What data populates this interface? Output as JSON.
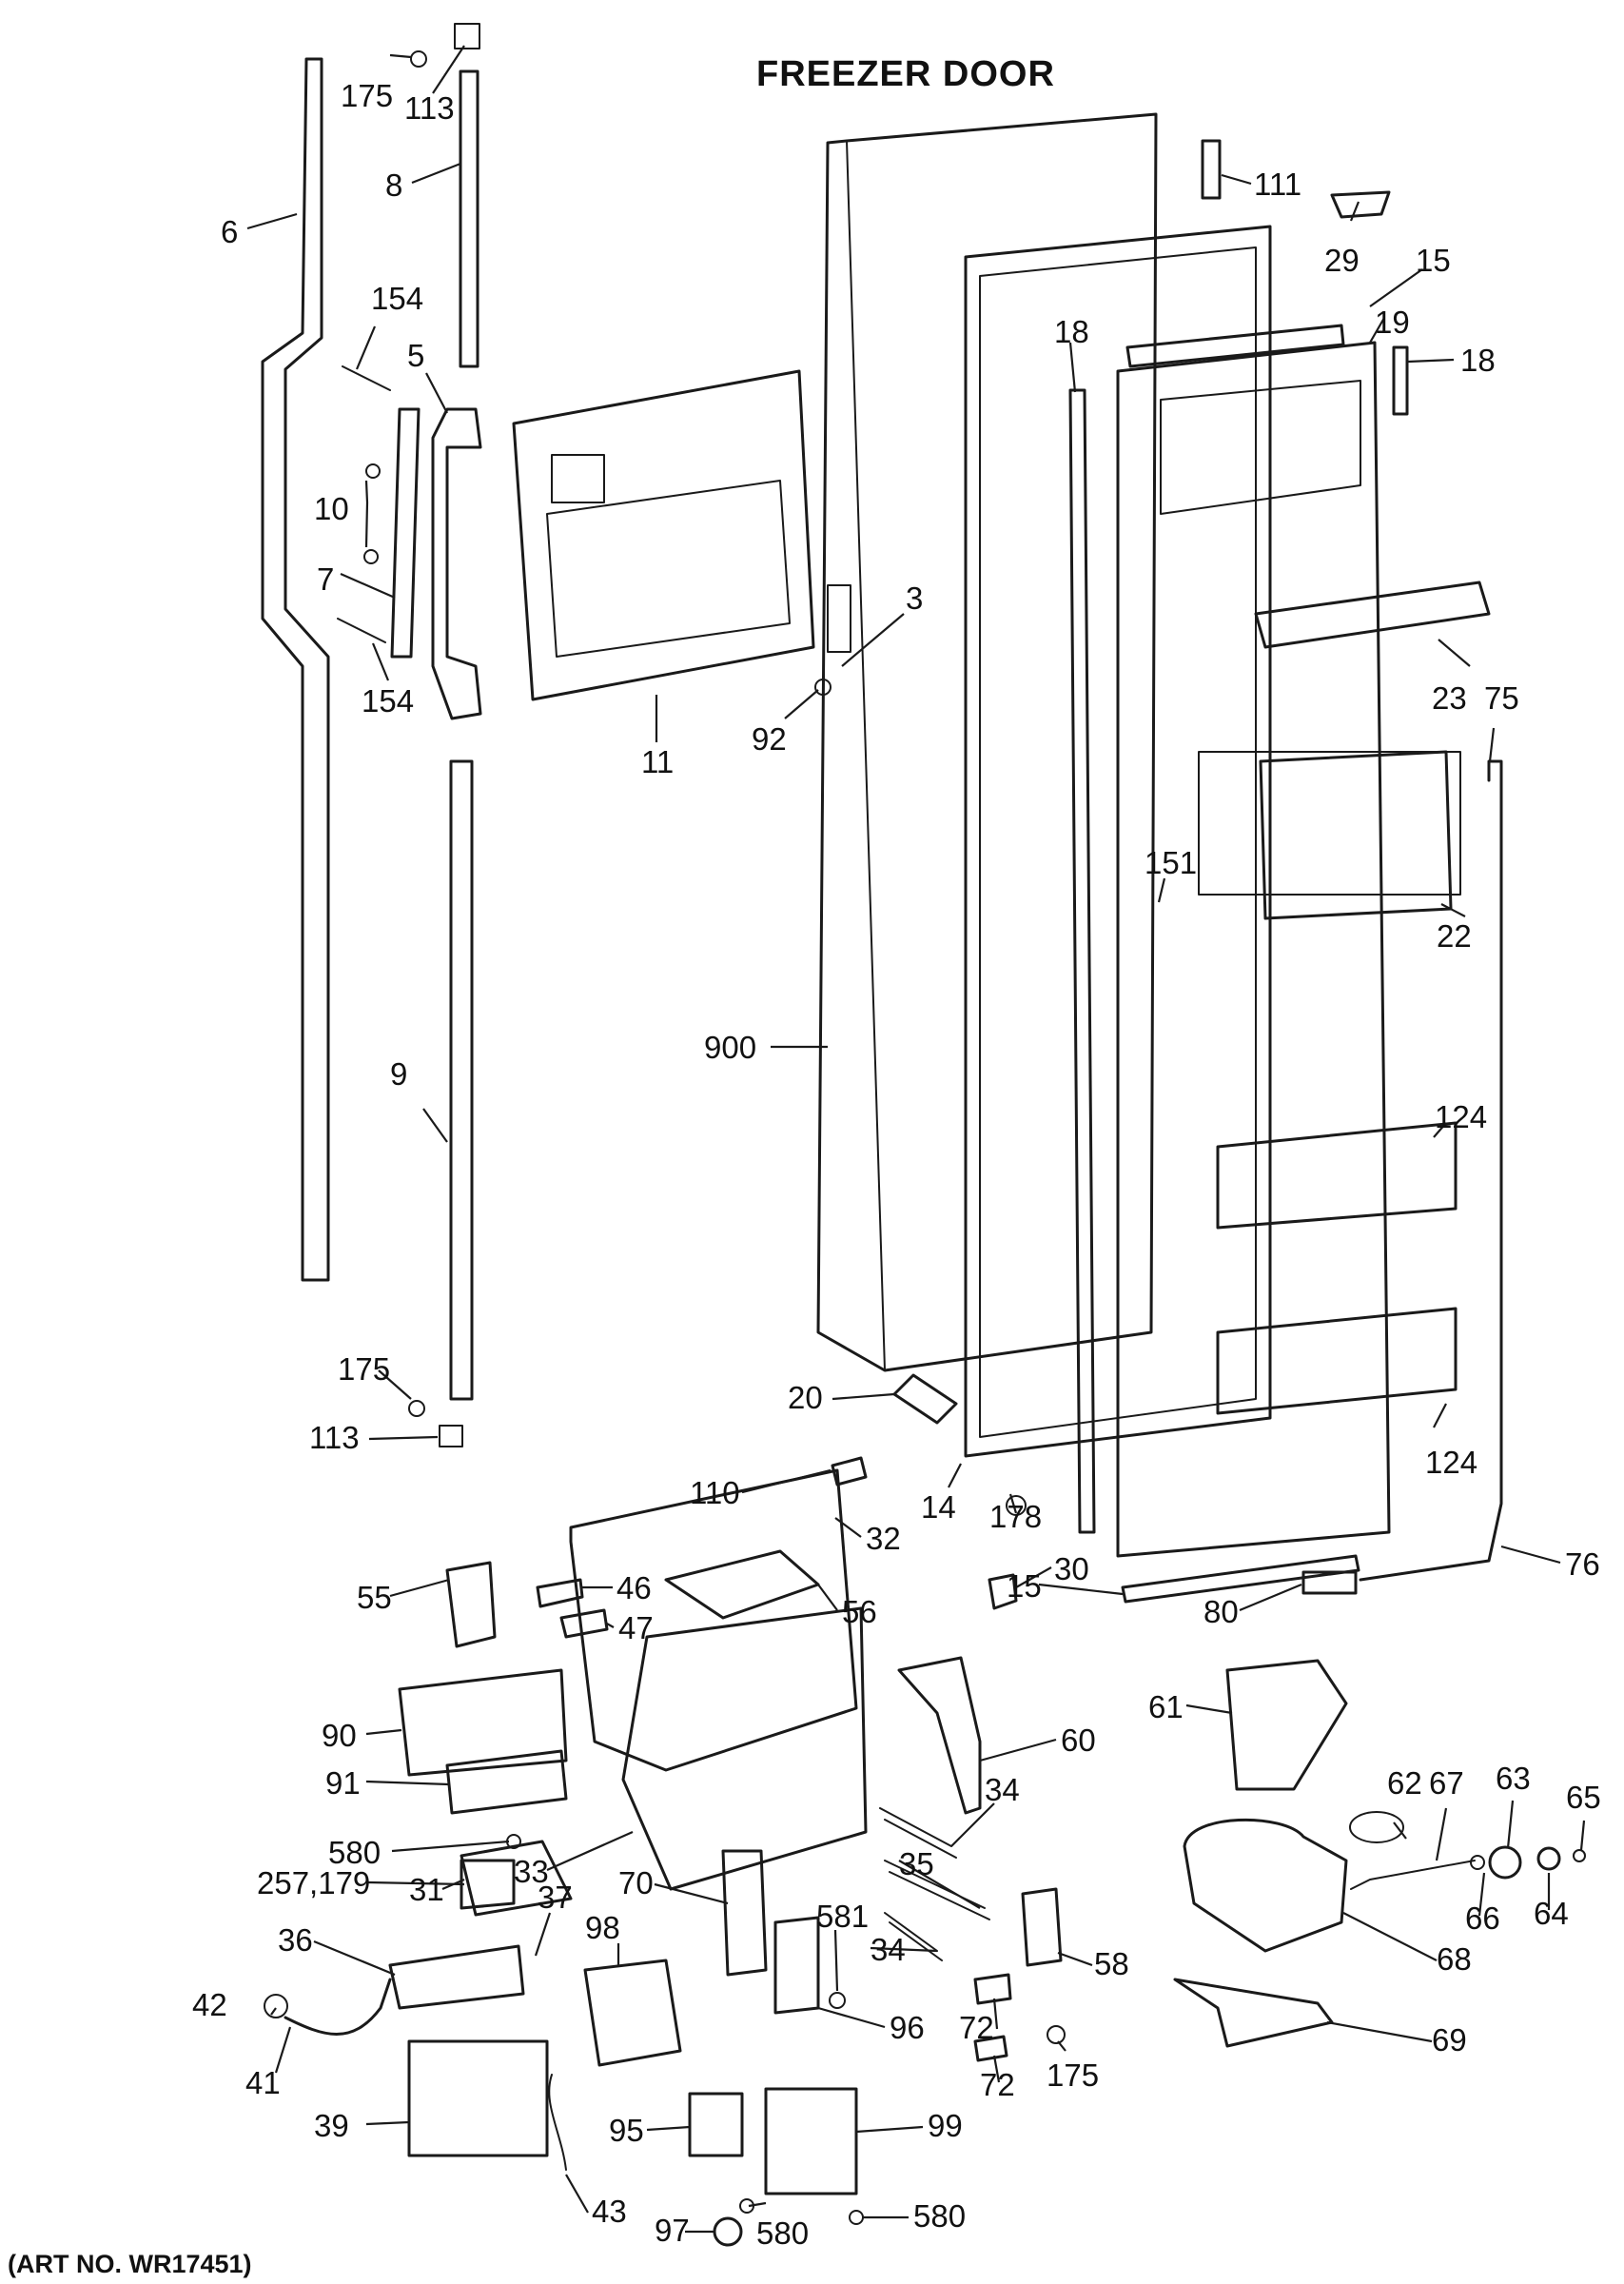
{
  "diagram": {
    "title": "FREEZER DOOR",
    "art_number": "(ART NO. WR17451)",
    "part_labels": [
      {
        "key": "p175a",
        "text": "175"
      },
      {
        "key": "p113a",
        "text": "113"
      },
      {
        "key": "p8",
        "text": "8"
      },
      {
        "key": "p6",
        "text": "6"
      },
      {
        "key": "p154a",
        "text": "154"
      },
      {
        "key": "p5",
        "text": "5"
      },
      {
        "key": "p10",
        "text": "10"
      },
      {
        "key": "p7",
        "text": "7"
      },
      {
        "key": "p154b",
        "text": "154"
      },
      {
        "key": "p11",
        "text": "11"
      },
      {
        "key": "p3",
        "text": "3"
      },
      {
        "key": "p92",
        "text": "92"
      },
      {
        "key": "p111",
        "text": "111"
      },
      {
        "key": "p29",
        "text": "29"
      },
      {
        "key": "p15a",
        "text": "15"
      },
      {
        "key": "p19",
        "text": "19"
      },
      {
        "key": "p18a",
        "text": "18"
      },
      {
        "key": "p18b",
        "text": "18"
      },
      {
        "key": "p23",
        "text": "23"
      },
      {
        "key": "p75",
        "text": "75"
      },
      {
        "key": "p151",
        "text": "151"
      },
      {
        "key": "p22",
        "text": "22"
      },
      {
        "key": "p9",
        "text": "9"
      },
      {
        "key": "p900",
        "text": "900"
      },
      {
        "key": "p124a",
        "text": "124"
      },
      {
        "key": "p124b",
        "text": "124"
      },
      {
        "key": "p175b",
        "text": "175"
      },
      {
        "key": "p113b",
        "text": "113"
      },
      {
        "key": "p20",
        "text": "20"
      },
      {
        "key": "p110",
        "text": "110"
      },
      {
        "key": "p14",
        "text": "14"
      },
      {
        "key": "p178",
        "text": "178"
      },
      {
        "key": "p76",
        "text": "76"
      },
      {
        "key": "p15b",
        "text": "15"
      },
      {
        "key": "p80",
        "text": "80"
      },
      {
        "key": "p55",
        "text": "55"
      },
      {
        "key": "p46",
        "text": "46"
      },
      {
        "key": "p56",
        "text": "56"
      },
      {
        "key": "p47",
        "text": "47"
      },
      {
        "key": "p32",
        "text": "32"
      },
      {
        "key": "p30",
        "text": "30"
      },
      {
        "key": "p90",
        "text": "90"
      },
      {
        "key": "p60",
        "text": "60"
      },
      {
        "key": "p61",
        "text": "61"
      },
      {
        "key": "p91",
        "text": "91"
      },
      {
        "key": "p62",
        "text": "62"
      },
      {
        "key": "p67",
        "text": "67"
      },
      {
        "key": "p63",
        "text": "63"
      },
      {
        "key": "p65",
        "text": "65"
      },
      {
        "key": "p580a",
        "text": "580"
      },
      {
        "key": "p31",
        "text": "31"
      },
      {
        "key": "p33",
        "text": "33"
      },
      {
        "key": "p34a",
        "text": "34"
      },
      {
        "key": "p35",
        "text": "35"
      },
      {
        "key": "p66",
        "text": "66"
      },
      {
        "key": "p64",
        "text": "64"
      },
      {
        "key": "p257",
        "text": "257,179"
      },
      {
        "key": "p37",
        "text": "37"
      },
      {
        "key": "p70",
        "text": "70"
      },
      {
        "key": "p98",
        "text": "98"
      },
      {
        "key": "p68",
        "text": "68"
      },
      {
        "key": "p36",
        "text": "36"
      },
      {
        "key": "p581",
        "text": "581"
      },
      {
        "key": "p34b",
        "text": "34"
      },
      {
        "key": "p58",
        "text": "58"
      },
      {
        "key": "p42",
        "text": "42"
      },
      {
        "key": "p96",
        "text": "96"
      },
      {
        "key": "p72a",
        "text": "72"
      },
      {
        "key": "p69",
        "text": "69"
      },
      {
        "key": "p175c",
        "text": "175"
      },
      {
        "key": "p72b",
        "text": "72"
      },
      {
        "key": "p41",
        "text": "41"
      },
      {
        "key": "p39",
        "text": "39"
      },
      {
        "key": "p95",
        "text": "95"
      },
      {
        "key": "p99",
        "text": "99"
      },
      {
        "key": "p43",
        "text": "43"
      },
      {
        "key": "p97",
        "text": "97"
      },
      {
        "key": "p580b",
        "text": "580"
      },
      {
        "key": "p580c",
        "text": "580"
      }
    ]
  }
}
